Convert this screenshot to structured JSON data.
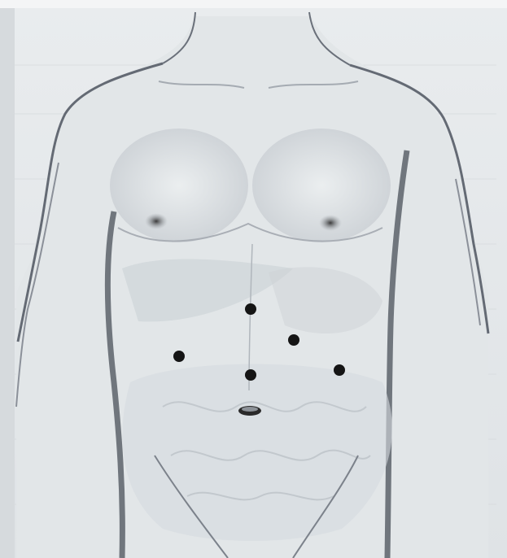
{
  "figure": {
    "type": "anatomical-illustration",
    "subject": "anterior-torso",
    "palette": {
      "paper": "#e4e8ea",
      "skin_shadow": "#5f6570",
      "organ_tint": "#c9cfd4",
      "marker": "#151515"
    },
    "markers": [
      {
        "id": "epigastric-port"
      },
      {
        "id": "left-subcostal-port"
      },
      {
        "id": "right-flank-port"
      },
      {
        "id": "periumbilical-port"
      },
      {
        "id": "left-flank-port"
      }
    ],
    "umbilicus": {
      "id": "umbilicus"
    }
  }
}
